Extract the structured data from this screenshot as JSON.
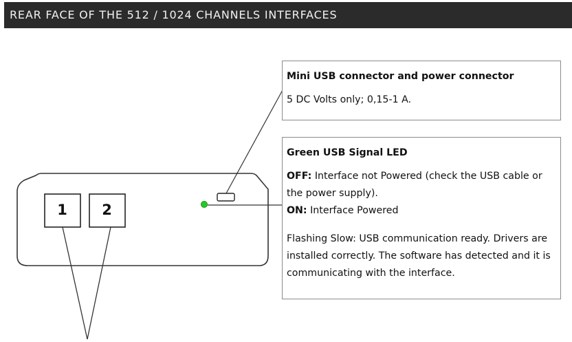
{
  "header": {
    "title": "REAR FACE OF THE 512 / 1024 CHANNELS INTERFACES"
  },
  "callouts": {
    "usb_power": {
      "title": "Mini USB connector and power connector",
      "text": "5 DC Volts only; 0,15-1 A."
    },
    "led": {
      "title": "Green USB Signal LED",
      "off_label": "OFF:",
      "off_text": " Interface not Powered (check the USB cable or the power supply).",
      "on_label": "ON:",
      "on_text": " Interface Powered",
      "flashing_text": "Flashing Slow: USB communication ready. Drivers are installed correctly. The software has detected and it is communicating with the interface."
    }
  },
  "device": {
    "ports": [
      "1",
      "2"
    ],
    "led_color": "#22cc22"
  }
}
